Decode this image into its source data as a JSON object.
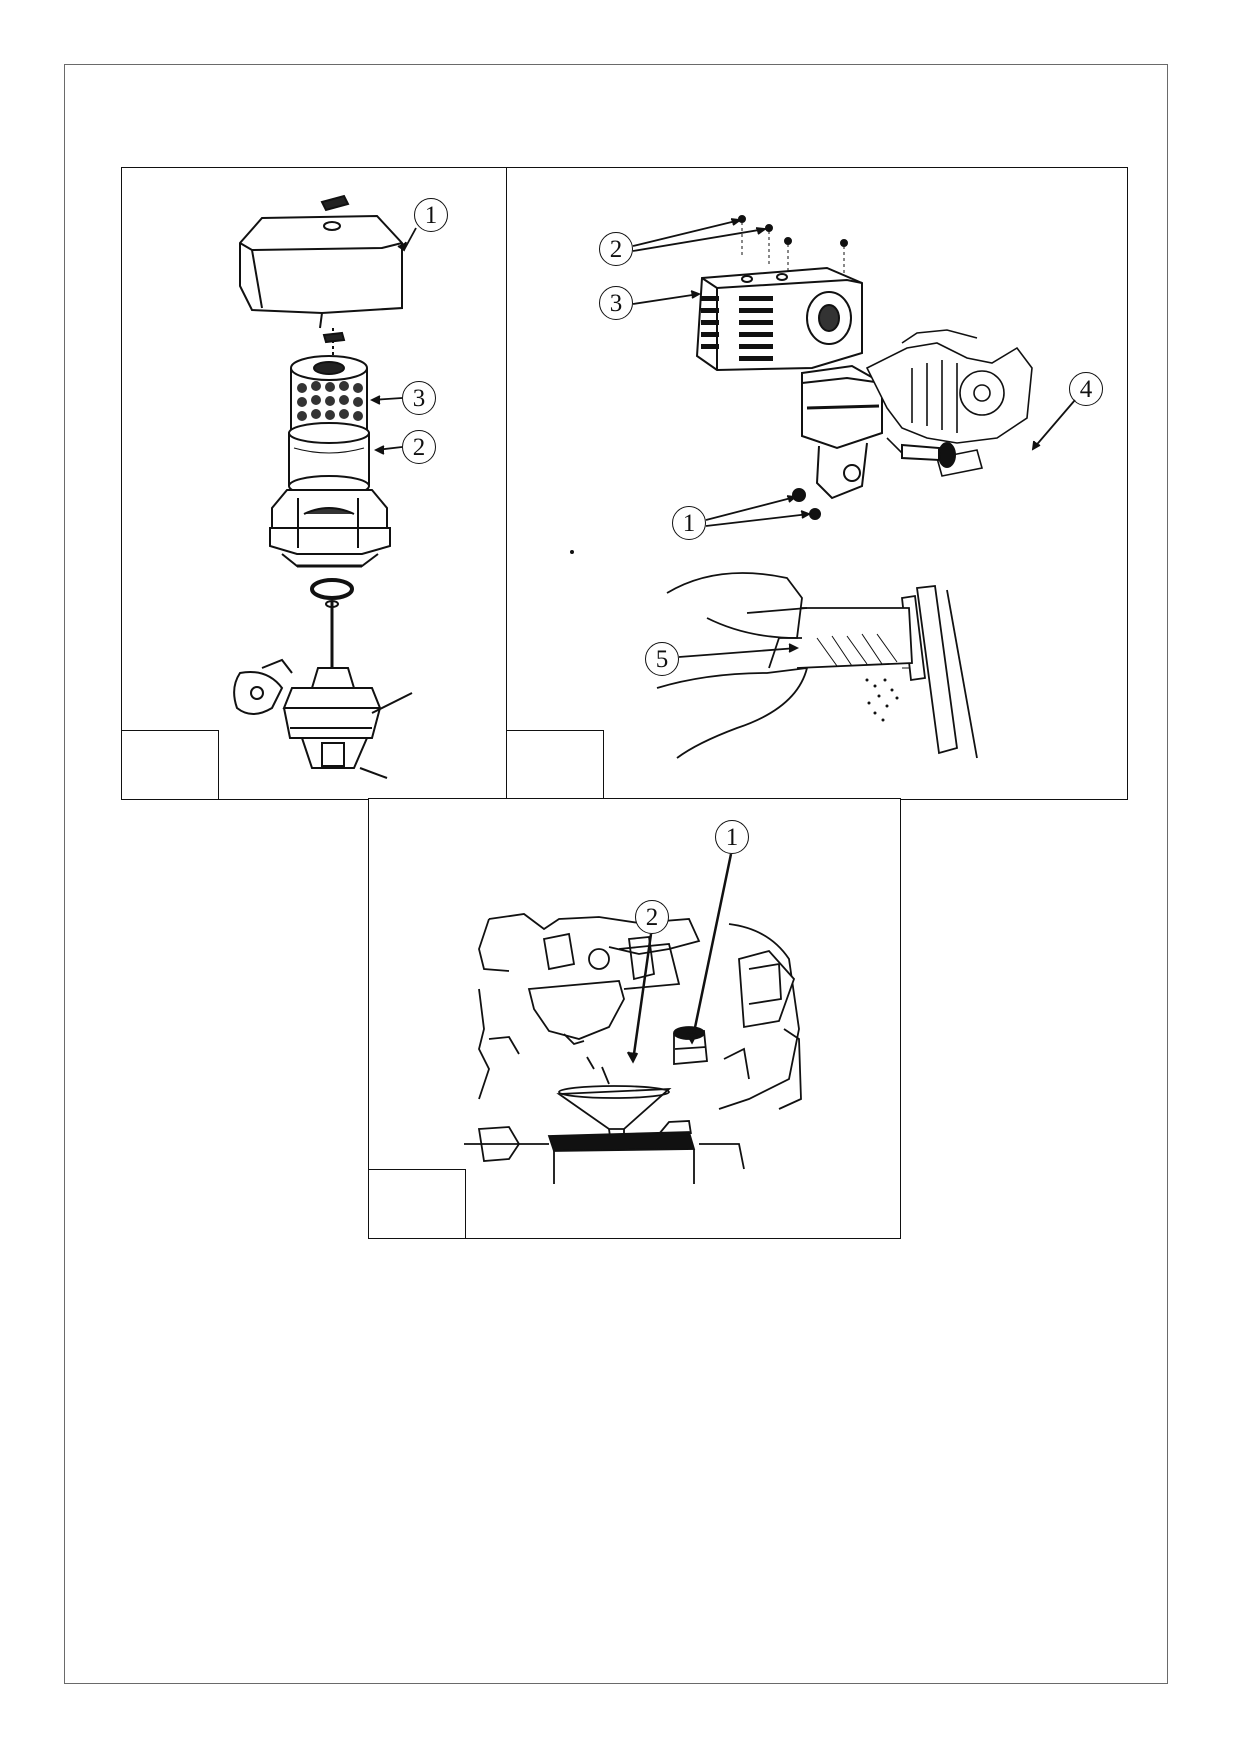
{
  "figures": [
    {
      "id": "air-filter-assembly",
      "callouts": [
        "1",
        "3",
        "2"
      ],
      "figure_number": ""
    },
    {
      "id": "muffler-assembly",
      "callouts": [
        "2",
        "3",
        "1",
        "4",
        "5"
      ],
      "figure_number": ""
    },
    {
      "id": "carburetor-drain",
      "callouts": [
        "1",
        "2"
      ],
      "figure_number": ""
    }
  ]
}
